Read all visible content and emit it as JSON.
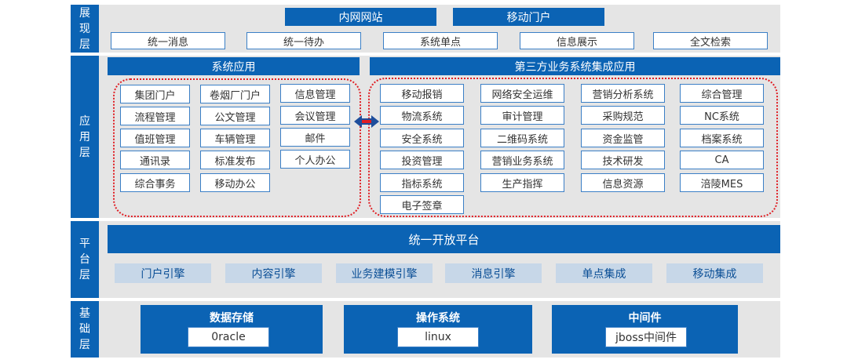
{
  "layers": {
    "presentation": "展现层",
    "application": "应用层",
    "platform": "平台层",
    "foundation": "基础层"
  },
  "presentation": {
    "portals": [
      "内网网站",
      "移动门户"
    ],
    "services": [
      "统一消息",
      "统一待办",
      "系统单点",
      "信息展示",
      "全文检索"
    ]
  },
  "application": {
    "system_apps_title": "系统应用",
    "third_party_title": "第三方业务系统集成应用",
    "system_apps": [
      [
        "集团门户",
        "卷烟厂门户",
        "信息管理"
      ],
      [
        "流程管理",
        "公文管理",
        "会议管理"
      ],
      [
        "值班管理",
        "车辆管理",
        "邮件"
      ],
      [
        "通讯录",
        "标准发布",
        "个人办公"
      ],
      [
        "综合事务",
        "移动办公",
        ""
      ]
    ],
    "third_party": [
      [
        "移动报销",
        "网络安全运维",
        "营销分析系统",
        "综合管理"
      ],
      [
        "物流系统",
        "审计管理",
        "采购规范",
        "NC系统"
      ],
      [
        "安全系统",
        "二维码系统",
        "资金监管",
        "档案系统"
      ],
      [
        "投资管理",
        "营销业务系统",
        "技术研发",
        "CA"
      ],
      [
        "指标系统",
        "生产指挥",
        "信息资源",
        "涪陵MES"
      ],
      [
        "电子签章",
        "",
        "",
        ""
      ]
    ]
  },
  "platform": {
    "title": "统一开放平台",
    "engines": [
      "门户引擎",
      "内容引擎",
      "业务建模引擎",
      "消息引擎",
      "单点集成",
      "移动集成"
    ]
  },
  "foundation": {
    "blocks": [
      {
        "title": "数据存储",
        "item": "0racle"
      },
      {
        "title": "操作系统",
        "item": "linux"
      },
      {
        "title": "中间件",
        "item": "jboss中间件"
      }
    ]
  },
  "colors": {
    "primary_blue": "#0b63b4",
    "light_blue": "#c7d7e8",
    "layer_bg": "#e5e5e5",
    "dotted_red": "#e01e24"
  }
}
